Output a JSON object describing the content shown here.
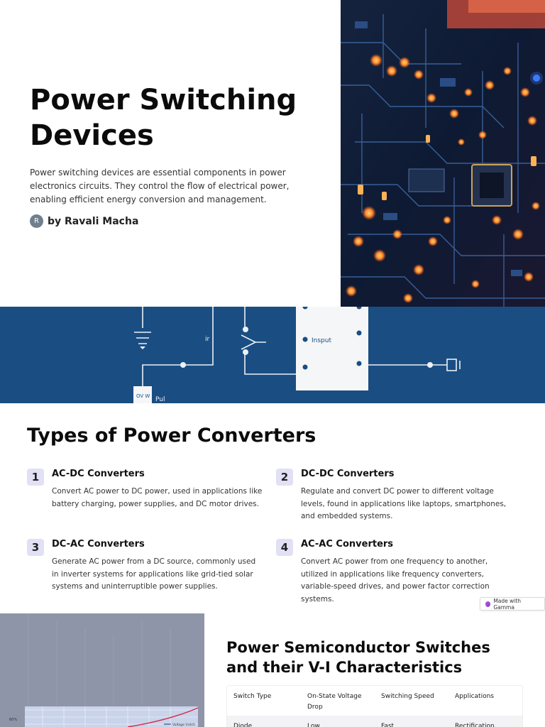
{
  "hero": {
    "title": "Power Switching Devices",
    "subtitle": "Power switching devices are essential components in power electronics circuits. They control the flow of electrical power, enabling efficient energy conversion and management.",
    "author_initial": "R",
    "author": "by Ravali Macha"
  },
  "circuit": {
    "label_input": "Insput",
    "label_ir": "ir",
    "label_pul": "Pul",
    "label_box": "OV W"
  },
  "types": {
    "title": "Types of Power Converters",
    "items": [
      {
        "num": "1",
        "title": "AC-DC Converters",
        "desc": "Convert AC power to DC power, used in applications like battery charging, power supplies, and DC motor drives."
      },
      {
        "num": "2",
        "title": "DC-DC Converters",
        "desc": "Regulate and convert DC power to different voltage levels, found in applications like laptops, smartphones, and embedded systems."
      },
      {
        "num": "3",
        "title": "DC-AC Converters",
        "desc": "Generate AC power from a DC source, commonly used in inverter systems for applications like grid-tied solar systems and uninterruptible power supplies."
      },
      {
        "num": "4",
        "title": "AC-AC Converters",
        "desc": "Convert AC power from one frequency to another, utilized in applications like frequency converters, variable-speed drives, and power factor correction systems."
      }
    ],
    "badge": "Made with Gamma"
  },
  "semis": {
    "title": "Power Semiconductor Switches and their V-I Characteristics",
    "graph_tick": "60%",
    "graph_legend": "Voltage Vsitch",
    "headers": [
      "Switch Type",
      "On-State Voltage Drop",
      "Switching Speed",
      "Applications"
    ],
    "rows": [
      [
        "Diode",
        "Low",
        "Fast",
        "Rectification,"
      ]
    ]
  }
}
